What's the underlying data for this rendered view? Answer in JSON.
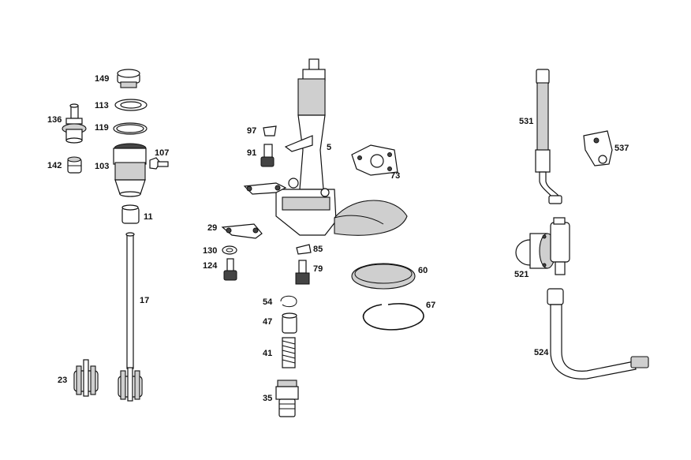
{
  "labels": {
    "p149": "149",
    "p113": "113",
    "p136": "136",
    "p119": "119",
    "p107": "107",
    "p142": "142",
    "p103": "103",
    "p11": "11",
    "p17": "17",
    "p23": "23",
    "p97": "97",
    "p91": "91",
    "p5": "5",
    "p73": "73",
    "p29": "29",
    "p130": "130",
    "p124": "124",
    "p85": "85",
    "p79": "79",
    "p60": "60",
    "p54": "54",
    "p67": "67",
    "p47": "47",
    "p41": "41",
    "p35": "35",
    "p531": "531",
    "p537": "537",
    "p521": "521",
    "p524": "524"
  }
}
